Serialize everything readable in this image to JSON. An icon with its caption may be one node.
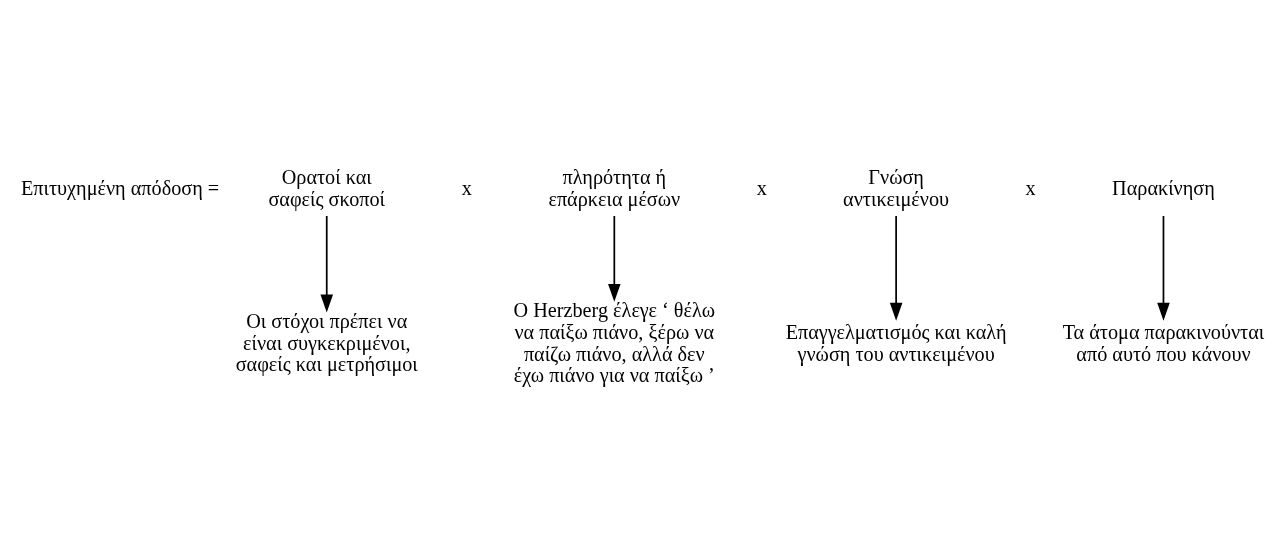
{
  "diagram": {
    "nodes": [
      {
        "text": [
          "Ορατοί και σαφείς σκοποί"
        ]
      },
      {
        "text": [
          "πληρότητα ή επάρκεια μέσων"
        ]
      },
      {
        "text": [
          "Γνώση αντικειμένου"
        ]
      },
      {
        "text": [
          "Παρακίνηση"
        ]
      },
      {
        "text": [
          "Οι στόχοι πρέπει να είναι συγκεκριμένοι, σαφείς και μετρήσιμοι"
        ]
      },
      {
        "text": [
          "Ο Herzberg έλεγε ‘ θέλω να παίξω πιάνο, ξέρω να παίζω πιάνο, αλλά δεν έχω πιάνο για να παίξω ’"
        ]
      },
      {
        "text": [
          "Επαγγελματισμός και καλή γνώση του αντικειμένου"
        ]
      },
      {
        "text": [
          "Τα άτομα παρακινούνται από αυτό που κάνουν"
        ]
      }
    ],
    "edges": [
      {
        "from": 0,
        "to": 4,
        "arrow": "to"
      },
      {
        "from": 1,
        "to": 5,
        "arrow": "to"
      },
      {
        "from": 2,
        "to": 6,
        "arrow": "to"
      },
      {
        "from": 3,
        "to": 7,
        "arrow": "to"
      }
    ],
    "labels": [
      "Επιτυχημένη απόδοση =",
      "x",
      "x",
      "x"
    ]
  }
}
